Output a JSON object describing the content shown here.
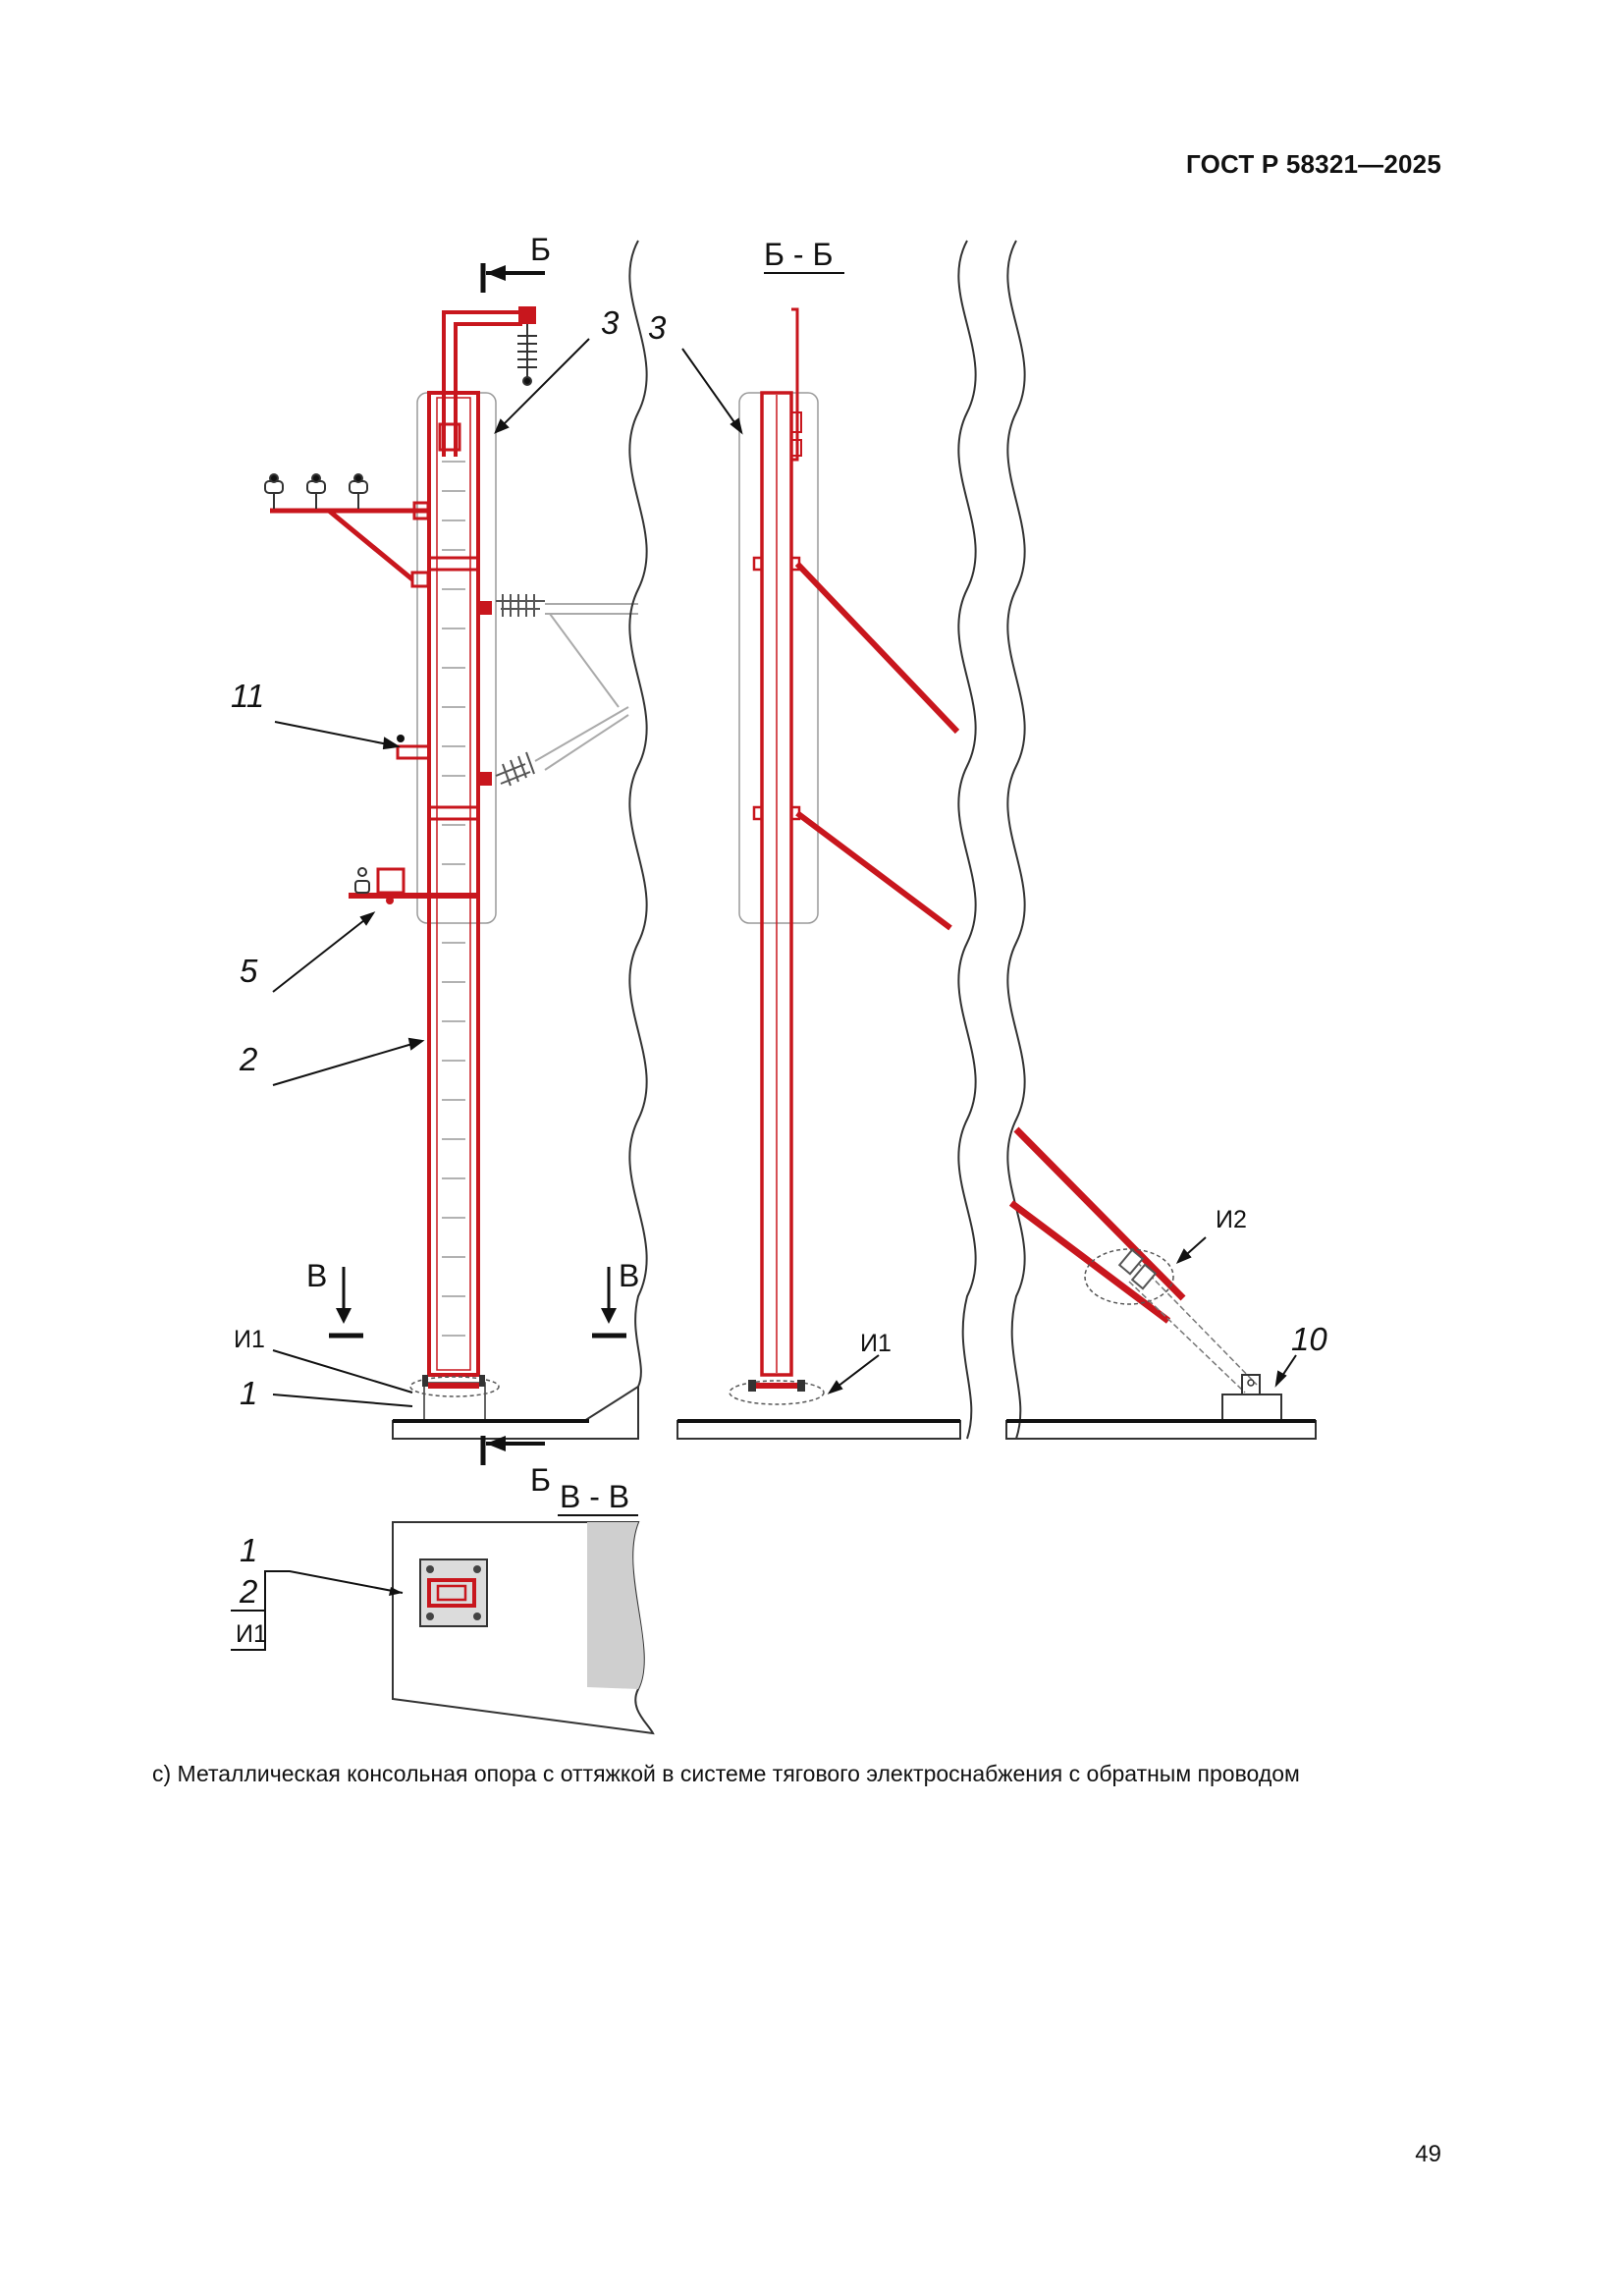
{
  "header": {
    "standard": "ГОСТ Р 58321—2025"
  },
  "drawing": {
    "section_bb_title": "Б - Б",
    "section_vv_title": "В - В",
    "cut_letter_b": "Б",
    "cut_letter_v": "В",
    "labels": {
      "item_3": "3",
      "item_11": "11",
      "item_5": "5",
      "item_2": "2",
      "item_1": "1",
      "item_10": "10",
      "mark_i1": "И1",
      "mark_i2": "И2"
    },
    "colors": {
      "structure": "#c8161d",
      "outline": "#222222",
      "ghost": "#9a9a9a"
    }
  },
  "caption": "с) Металлическая консольная опора с оттяжкой в системе тягового электроснабжения с обратным проводом",
  "page_number": "49"
}
